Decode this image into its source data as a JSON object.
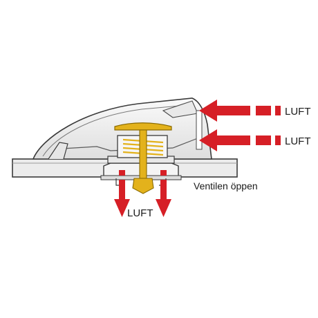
{
  "labels": {
    "luft_top": "LUFT",
    "luft_middle": "LUFT",
    "luft_bottom": "LUFT",
    "valve_open": "Ventilen öppen"
  },
  "colors": {
    "arrow": "#d61f26",
    "spring": "#e3b21c",
    "outline": "#3a3a3a",
    "body_fill": "#f2f2f2",
    "deck_fill": "#ececec"
  }
}
